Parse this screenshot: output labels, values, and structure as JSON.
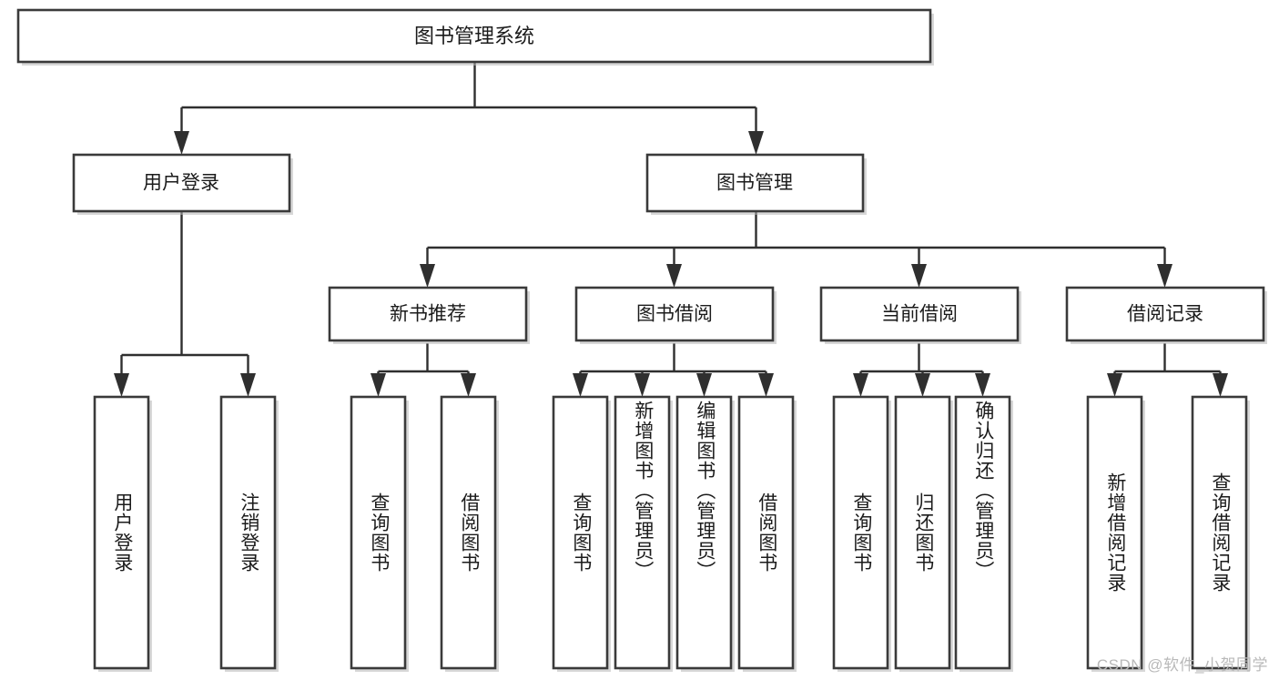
{
  "diagram": {
    "title": "图书管理系统",
    "watermark": "CSDN @软件_小贺同学",
    "levels": {
      "root": {
        "label": "图书管理系统"
      },
      "level2": [
        {
          "label": "用户登录"
        },
        {
          "label": "图书管理"
        }
      ],
      "level3": [
        {
          "label": "新书推荐"
        },
        {
          "label": "图书借阅"
        },
        {
          "label": "当前借阅"
        },
        {
          "label": "借阅记录"
        }
      ],
      "leaves": {
        "user_login": [
          {
            "label": "用户登录"
          },
          {
            "label": "注销登录"
          }
        ],
        "new_book_recommend": [
          {
            "label": "查询图书"
          },
          {
            "label": "借阅图书"
          }
        ],
        "book_borrow": [
          {
            "label": "查询图书"
          },
          {
            "label": "新增图书（管理员）"
          },
          {
            "label": "编辑图书（管理员）"
          },
          {
            "label": "借阅图书"
          }
        ],
        "current_borrow": [
          {
            "label": "查询图书"
          },
          {
            "label": "归还图书"
          },
          {
            "label": "确认归还（管理员）"
          }
        ],
        "borrow_record": [
          {
            "label": "新增借阅记录"
          },
          {
            "label": "查询借阅记录"
          }
        ]
      }
    },
    "colors": {
      "box_stroke": "#3a3a3a",
      "connector": "#2f2f2f",
      "text": "#1b1b1b",
      "background": "#ffffff",
      "watermark": "#b9b9b9"
    }
  }
}
